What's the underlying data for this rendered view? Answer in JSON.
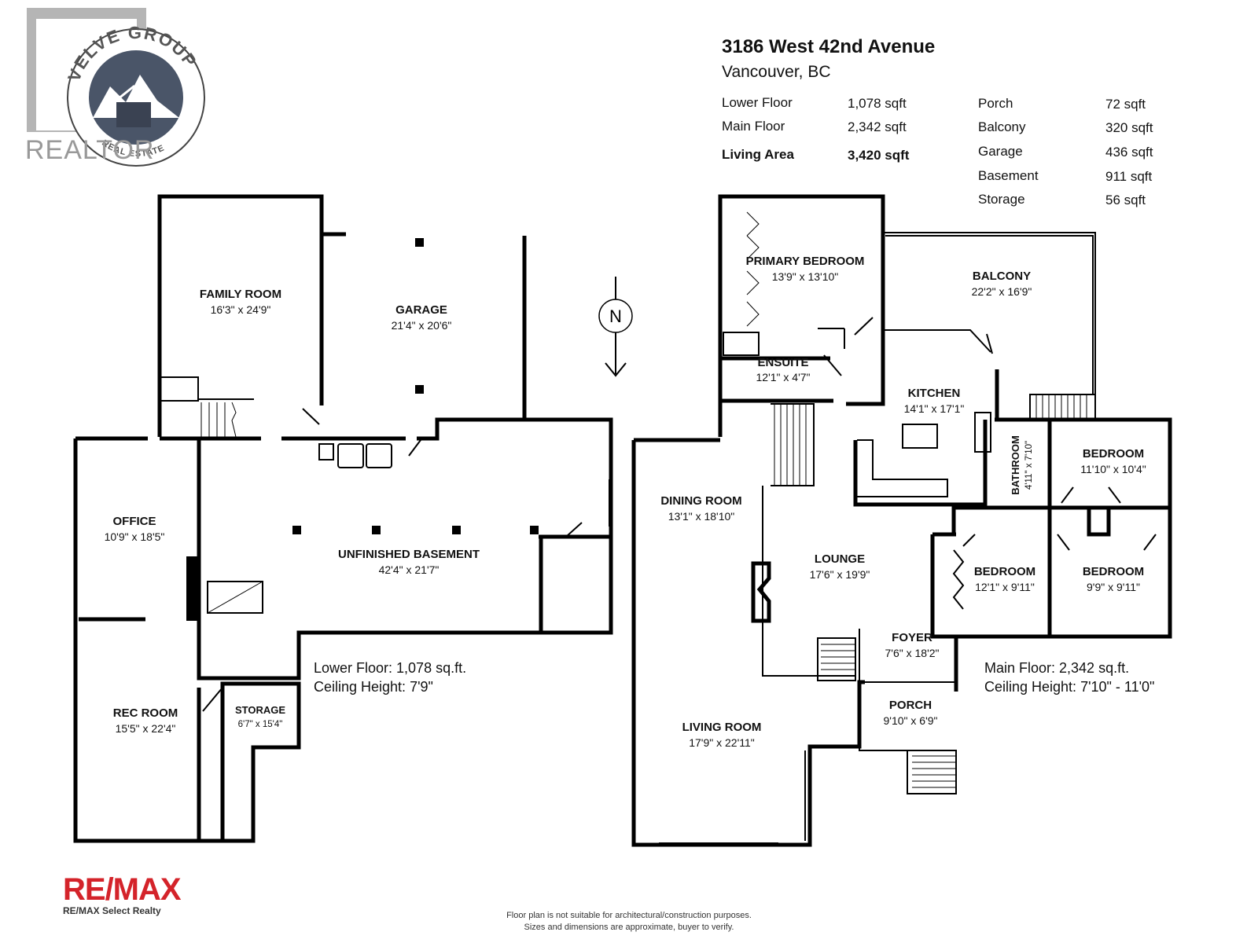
{
  "header": {
    "title": "3186 West 42nd Avenue",
    "subtitle": "Vancouver, BC"
  },
  "areas": {
    "left": [
      {
        "label": "Lower Floor",
        "value": "1,078 sqft",
        "bold": false
      },
      {
        "label": "Main Floor",
        "value": "2,342 sqft",
        "bold": false
      },
      {
        "label": "Living Area",
        "value": "3,420 sqft",
        "bold": true
      }
    ],
    "right": [
      {
        "label": "Porch",
        "value": "72 sqft"
      },
      {
        "label": "Balcony",
        "value": "320 sqft"
      },
      {
        "label": "Garage",
        "value": "436 sqft"
      },
      {
        "label": "Basement",
        "value": "911 sqft"
      },
      {
        "label": "Storage",
        "value": "56 sqft"
      }
    ]
  },
  "logos": {
    "top_left_ring_text": "VELVE GROUP",
    "top_left_bottom_text": "REAL ESTATE",
    "realtor_mark": "REALTOR",
    "brand": "RE/MAX",
    "brand_sub": "RE/MAX Select Realty"
  },
  "compass": {
    "letter": "N"
  },
  "lower_floor": {
    "note_line1": "Lower Floor: 1,078 sq.ft.",
    "note_line2": "Ceiling Height: 7'9\"",
    "rooms": {
      "family_room": {
        "name": "FAMILY ROOM",
        "dim": "16'3\" x 24'9\""
      },
      "garage": {
        "name": "GARAGE",
        "dim": "21'4\" x 20'6\""
      },
      "office": {
        "name": "OFFICE",
        "dim": "10'9\" x 18'5\""
      },
      "unfinished_basement": {
        "name": "UNFINISHED BASEMENT",
        "dim": "42'4\" x 21'7\""
      },
      "rec_room": {
        "name": "REC ROOM",
        "dim": "15'5\" x 22'4\""
      },
      "storage": {
        "name": "STORAGE",
        "dim": "6'7\" x 15'4\""
      }
    }
  },
  "main_floor": {
    "note_line1": "Main Floor: 2,342 sq.ft.",
    "note_line2": "Ceiling Height: 7'10\" - 11'0\"",
    "rooms": {
      "primary_bedroom": {
        "name": "PRIMARY BEDROOM",
        "dim": "13'9\" x 13'10\""
      },
      "balcony": {
        "name": "BALCONY",
        "dim": "22'2\" x 16'9\""
      },
      "ensuite": {
        "name": "ENSUITE",
        "dim": "12'1\" x 4'7\""
      },
      "kitchen": {
        "name": "KITCHEN",
        "dim": "14'1\" x 17'1\""
      },
      "bathroom": {
        "name": "BATHROOM",
        "dim": "4'11\" x 7'10\""
      },
      "bedroom_1": {
        "name": "BEDROOM",
        "dim": "11'10\" x 10'4\""
      },
      "dining_room": {
        "name": "DINING ROOM",
        "dim": "13'1\" x 18'10\""
      },
      "lounge": {
        "name": "LOUNGE",
        "dim": "17'6\" x 19'9\""
      },
      "bedroom_2": {
        "name": "BEDROOM",
        "dim": "12'1\" x 9'11\""
      },
      "bedroom_3": {
        "name": "BEDROOM",
        "dim": "9'9\" x 9'11\""
      },
      "foyer": {
        "name": "FOYER",
        "dim": "7'6\" x 18'2\""
      },
      "porch": {
        "name": "PORCH",
        "dim": "9'10\" x 6'9\""
      },
      "living_room": {
        "name": "LIVING ROOM",
        "dim": "17'9\" x 22'11\""
      }
    }
  },
  "disclaimer": {
    "line1": "Floor plan is not suitable for architectural/construction purposes.",
    "line2": "Sizes and dimensions are approximate, buyer to verify."
  }
}
